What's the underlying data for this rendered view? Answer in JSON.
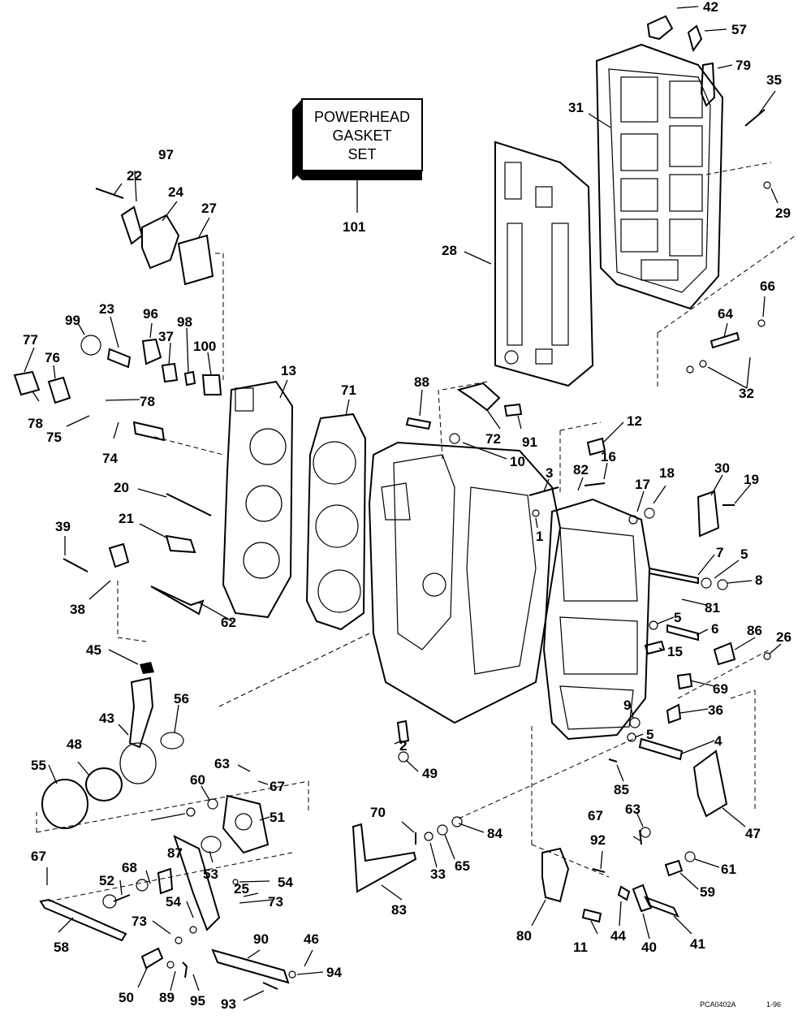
{
  "kit_box": {
    "lines": [
      "POWERHEAD",
      "GASKET",
      "SET"
    ]
  },
  "callouts": [
    "42",
    "57",
    "79",
    "35",
    "31",
    "29",
    "28",
    "101",
    "97",
    "22",
    "24",
    "27",
    "99",
    "23",
    "96",
    "37",
    "98",
    "100",
    "77",
    "76",
    "78",
    "78",
    "75",
    "74",
    "13",
    "71",
    "88",
    "72",
    "91",
    "10",
    "12",
    "16",
    "82",
    "3",
    "1",
    "17",
    "18",
    "30",
    "19",
    "20",
    "21",
    "39",
    "38",
    "62",
    "7",
    "5",
    "8",
    "81",
    "5",
    "6",
    "86",
    "26",
    "15",
    "69",
    "45",
    "43",
    "56",
    "48",
    "55",
    "9",
    "36",
    "5",
    "4",
    "2",
    "49",
    "63",
    "67",
    "60",
    "51",
    "85",
    "63",
    "47",
    "70",
    "84",
    "65",
    "33",
    "67",
    "92",
    "61",
    "59",
    "87",
    "68",
    "52",
    "53",
    "54",
    "73",
    "54",
    "25",
    "73",
    "83",
    "80",
    "44",
    "11",
    "40",
    "41",
    "90",
    "46",
    "94",
    "58",
    "50",
    "89",
    "95",
    "93",
    "64",
    "66",
    "32"
  ],
  "footer": {
    "code": "PCA0402A",
    "date": "1-96"
  }
}
